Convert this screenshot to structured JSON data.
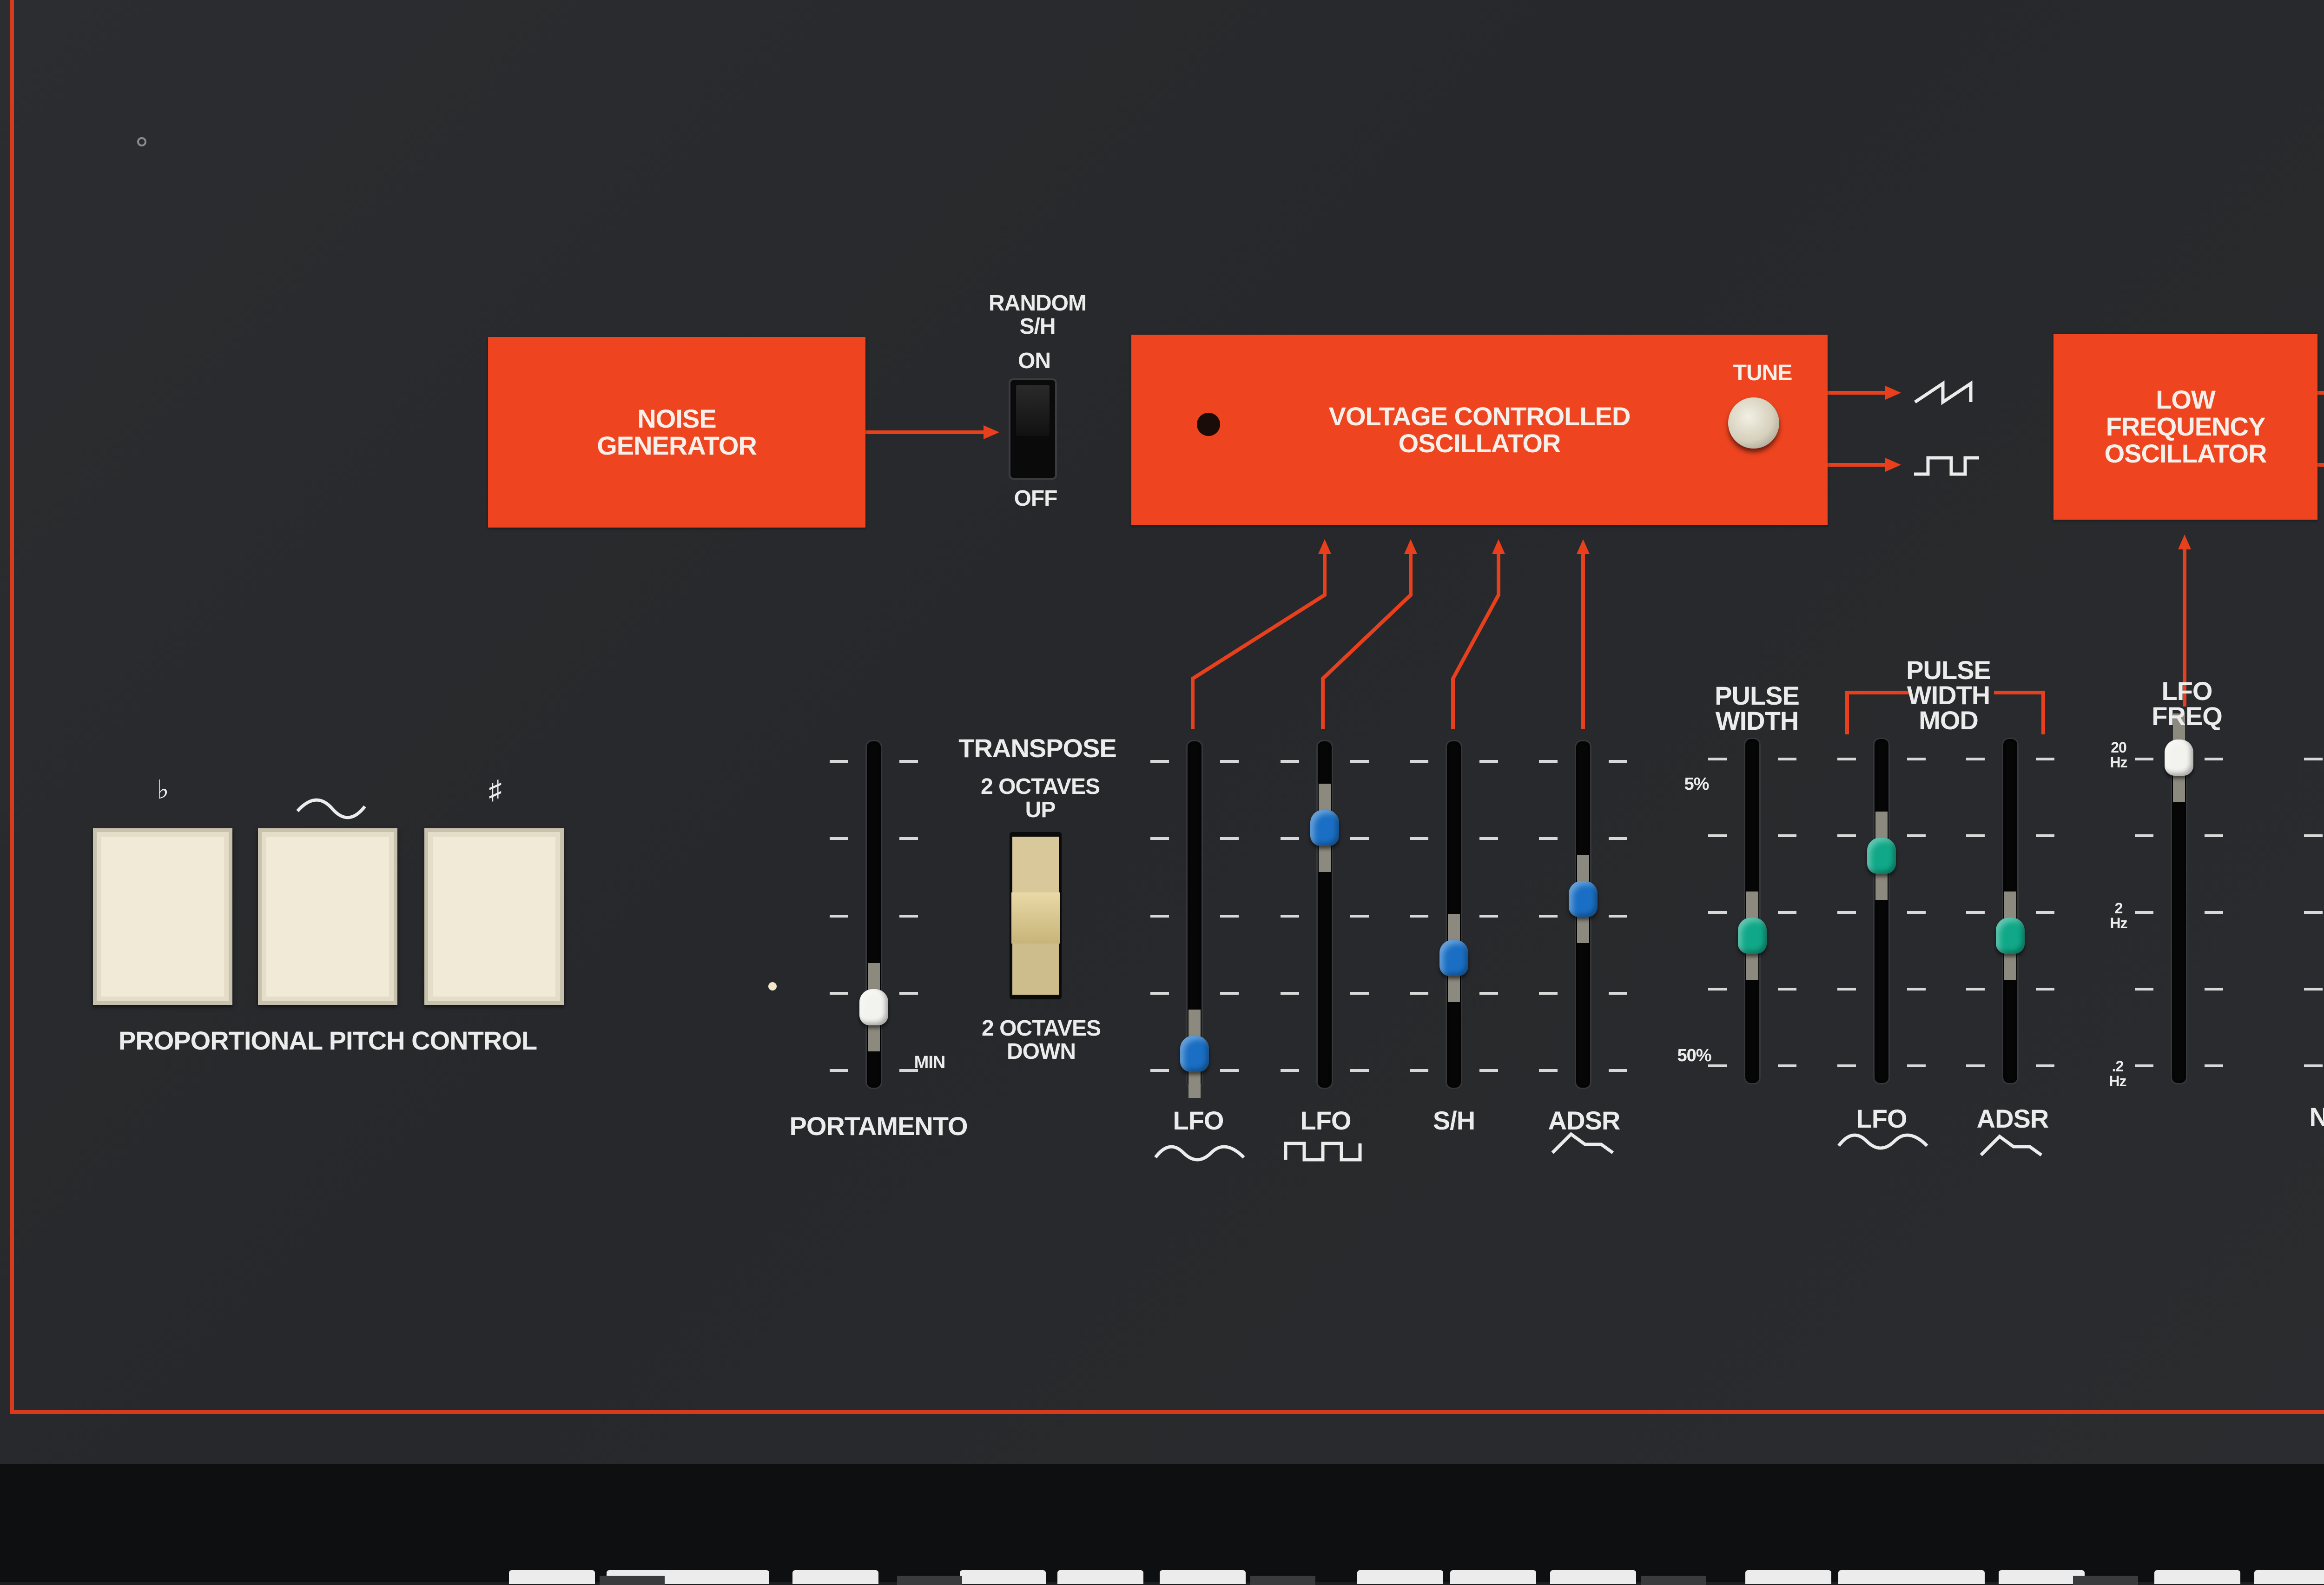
{
  "panel": {
    "accent_color": "#ee4420",
    "background_color": "#2a2c2f"
  },
  "modules": {
    "noise_generator": "NOISE\nGENERATOR",
    "vco": "VOLTAGE CONTROLLED\nOSCILLATOR",
    "lfo": "LOW\nFREQUENCY\nOSCILLATOR",
    "tune_label": "TUNE"
  },
  "switches": {
    "random_sh_title": "RANDOM\nS/H",
    "random_on": "ON",
    "random_off": "OFF",
    "transpose_title": "TRANSPOSE",
    "transpose_up": "2 OCTAVES\nUP",
    "transpose_down": "2 OCTAVES\nDOWN"
  },
  "pitch_control": {
    "label": "PROPORTIONAL PITCH CONTROL",
    "flat_symbol": "♭",
    "natural_symbol": "∼",
    "sharp_symbol": "♯"
  },
  "sliders": [
    {
      "id": "portamento",
      "label": "PORTAMENTO",
      "cap": "white",
      "level": 0.2
    },
    {
      "id": "vco-lfo-sine",
      "label": "LFO",
      "cap": "blue",
      "level": 0.05
    },
    {
      "id": "vco-lfo-square",
      "label": "LFO",
      "cap": "blue",
      "level": 0.78
    },
    {
      "id": "vco-sh",
      "label": "S/H",
      "cap": "blue",
      "level": 0.36
    },
    {
      "id": "vco-adsr",
      "label": "ADSR",
      "cap": "blue",
      "level": 0.55
    },
    {
      "id": "pulse-width",
      "label": "PULSE\nWIDTH",
      "cap": "green",
      "level": 0.42
    },
    {
      "id": "pwm-lfo",
      "label": "LFO",
      "cap": "green",
      "level": 0.68
    },
    {
      "id": "pwm-adsr",
      "label": "ADSR",
      "cap": "green",
      "level": 0.42
    },
    {
      "id": "lfo-freq",
      "label": "LFO\nFREQ",
      "cap": "white",
      "level": 1.0
    }
  ],
  "slider_texts": {
    "portamento_min": "MIN",
    "pw_top": "5%",
    "pw_bottom": "50%",
    "pwm_title": "PULSE\nWIDTH\nMOD",
    "lfo_freq_top": "20\nHz",
    "lfo_freq_mid": "2\nHz",
    "lfo_freq_bottom": ".2\nHz",
    "cutoff_label": "NOIS"
  }
}
